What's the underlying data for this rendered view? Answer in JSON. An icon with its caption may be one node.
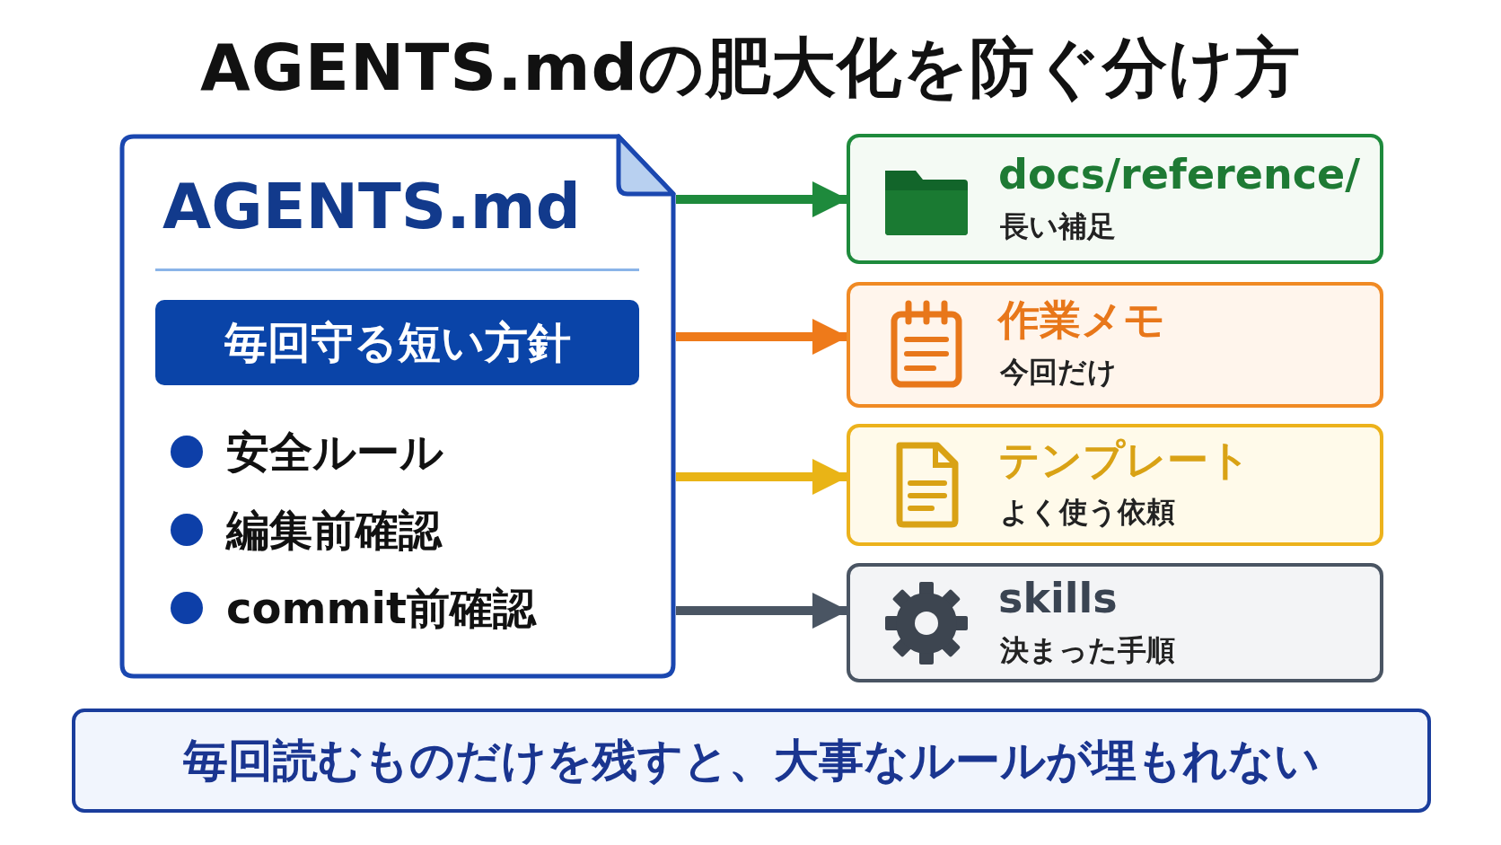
{
  "diagram": {
    "title": "AGENTS.mdの肥大化を防ぐ分け方",
    "nodes": [
      {
        "text": [
          "AGENTS.md",
          "安全ルール",
          "編集前確認",
          "commit前確認"
        ]
      },
      {
        "text": [
          "毎回守る短い方針"
        ],
        "in": 0
      },
      {
        "text": [
          "docs/reference/",
          "長い補足"
        ]
      },
      {
        "text": [
          "作業メモ",
          "今回だけ"
        ]
      },
      {
        "text": [
          "テンプレート",
          "よく使う依頼"
        ]
      },
      {
        "text": [
          "skills",
          "決まった手順"
        ]
      },
      {
        "text": [
          "毎回読むものだけを残すと、大事なルールが埋もれない"
        ]
      }
    ],
    "edges": [
      {
        "from": 0,
        "to": 2,
        "arrow": "to",
        "color": "#1e8a3c"
      },
      {
        "from": 0,
        "to": 3,
        "arrow": "to",
        "color": "#ee7a1a"
      },
      {
        "from": 0,
        "to": 4,
        "arrow": "to",
        "color": "#e9b416"
      },
      {
        "from": 0,
        "to": 5,
        "arrow": "to",
        "color": "#4a5563"
      }
    ]
  }
}
